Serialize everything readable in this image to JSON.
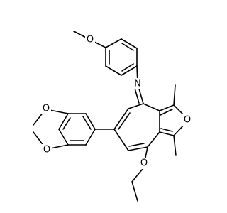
{
  "atoms": {
    "o_methoxy": "O",
    "n_imine": "N",
    "o_furan": "O",
    "o_ethoxy": "O",
    "o_dioxole_top": "O",
    "o_dioxole_bottom": "O"
  }
}
